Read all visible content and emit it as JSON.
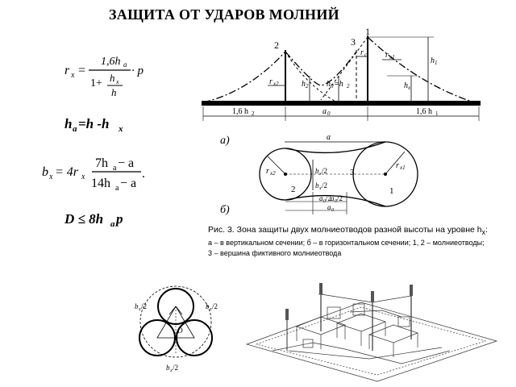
{
  "title": "ЗАЩИТА ОТ УДАРОВ МОЛНИЙ",
  "formulas": {
    "f1_lhs": "r",
    "f1_lhs_sub": "x",
    "f1_num": "1,6h",
    "f1_num_sub": "a",
    "f1_den_one": "1+",
    "f1_den_num": "h",
    "f1_den_num_sub": "x",
    "f1_den_den": "h",
    "f1_mult": "· p",
    "f2": "h",
    "f2_sub": "a",
    "f2_rest": "=h -h",
    "f2_rest_sub": "x",
    "f3_lhs": "b",
    "f3_lhs_sub": "x",
    "f3_eq": "= 4r",
    "f3_eq_sub": "x",
    "f3_num": "7h",
    "f3_num_sub": "a",
    "f3_num_rest": " − a",
    "f3_den": "14h",
    "f3_den_sub": "a",
    "f3_den_rest": " − a",
    "f3_dot": ".",
    "f4": "D ≤ 8h",
    "f4_sub": "a",
    "f4_rest": "p"
  },
  "diagram_a": {
    "label": "а)",
    "tower_left_num": "2",
    "tower_mid_num": "3",
    "tower_right_num": "1",
    "rx_left": "r",
    "rx_left_sub": "x2",
    "rx_right": "r",
    "rx_right_sub": "x1",
    "rc": "r",
    "rc_sub": "c",
    "h2": "h",
    "h2_sub": "2",
    "h1": "h",
    "h1_sub": "1",
    "hx": "h",
    "hx_sub": "x",
    "hx_mid": "h",
    "hx_mid_sub": "x",
    "h0": "h",
    "h0_sub": "0",
    "h0_eq": "=h",
    "h0_eq_sub": "2",
    "dim_left": "1,6 h",
    "dim_left_sub": "2",
    "dim_mid": "a",
    "dim_mid_sub": "0",
    "dim_right": "1,6 h",
    "dim_right_sub": "1"
  },
  "diagram_b": {
    "label": "б)",
    "a": "a",
    "rx2": "r",
    "rx2_sub": "x2",
    "rx1": "r",
    "rx1_sub": "x1",
    "bx_top": "b",
    "bx_top_sub": "x",
    "bx_top_rest": "/2",
    "bx_bot": "b",
    "bx_bot_sub": "x",
    "bx_bot_rest": "/2",
    "n2": "2",
    "n3": "3",
    "n1": "1",
    "a0_half1": "a",
    "a0_half1_sub": "0",
    "a0_half1_rest": "/2",
    "a0_half2": "a",
    "a0_half2_sub": "0",
    "a0_half2_rest": "/2",
    "a0": "a",
    "a0_sub": "0"
  },
  "caption": {
    "line1": "Рис. 3. Зона защиты двух молниеотводов разной высоты на уровне h",
    "line1_sub": "x",
    "line1_end": ":",
    "line2": "а – в вертикальном сечении; б – в горизонтальном сечении; 1, 2 – молниеотводы;",
    "line3": "3 – вершина фиктивного молниеотвода"
  },
  "diagram_c": {
    "bx_tl": "b",
    "bx_tl_sub": "x",
    "bx_tl_rest": "/2",
    "bx_tr": "b",
    "bx_tr_sub": "x",
    "bx_tr_rest": "/2",
    "bx_bot": "b",
    "bx_bot_sub": "x",
    "bx_bot_rest": "/2",
    "d_label": "D"
  }
}
